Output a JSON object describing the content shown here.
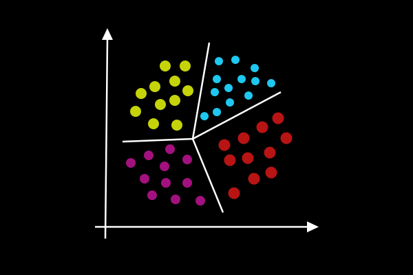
{
  "diagram": {
    "background": "#000000",
    "line_color": "#ffffff",
    "clusters": [
      {
        "id": "yellow",
        "color": "#c5d40a",
        "count": 11
      },
      {
        "id": "cyan",
        "color": "#1ec8f0",
        "count": 13
      },
      {
        "id": "red",
        "color": "#b81414",
        "count": 11
      },
      {
        "id": "magenta",
        "color": "#a3117f",
        "count": 11
      }
    ]
  }
}
